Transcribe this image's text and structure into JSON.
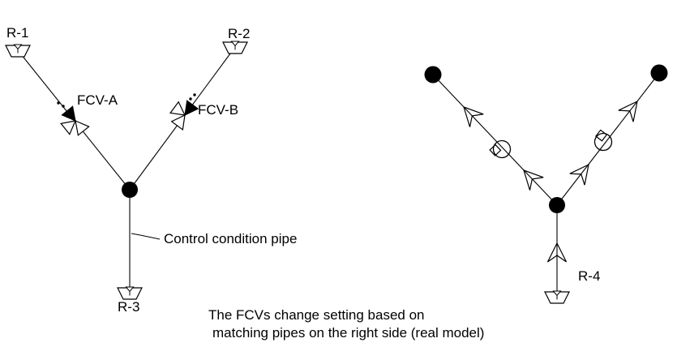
{
  "diagram": {
    "background": "#ffffff",
    "line_color": "#000000"
  },
  "left_model": {
    "reservoir_r1_label": "R-1",
    "reservoir_r2_label": "R-2",
    "reservoir_r3_label": "R-3",
    "valve_a_label": "FCV-A",
    "valve_b_label": "FCV-B",
    "control_pipe_callout": "Control condition pipe"
  },
  "right_model": {
    "reservoir_r4_label": "R-4"
  },
  "caption": {
    "line1": "The FCVs change setting based on",
    "line2": "matching pipes on the right side (real model)"
  },
  "icons": {
    "reservoir": "reservoir-icon",
    "junction": "junction-node-icon",
    "valve": "fcv-valve-icon",
    "pump": "pump-icon",
    "flow_arrow": "flow-arrow-icon"
  }
}
